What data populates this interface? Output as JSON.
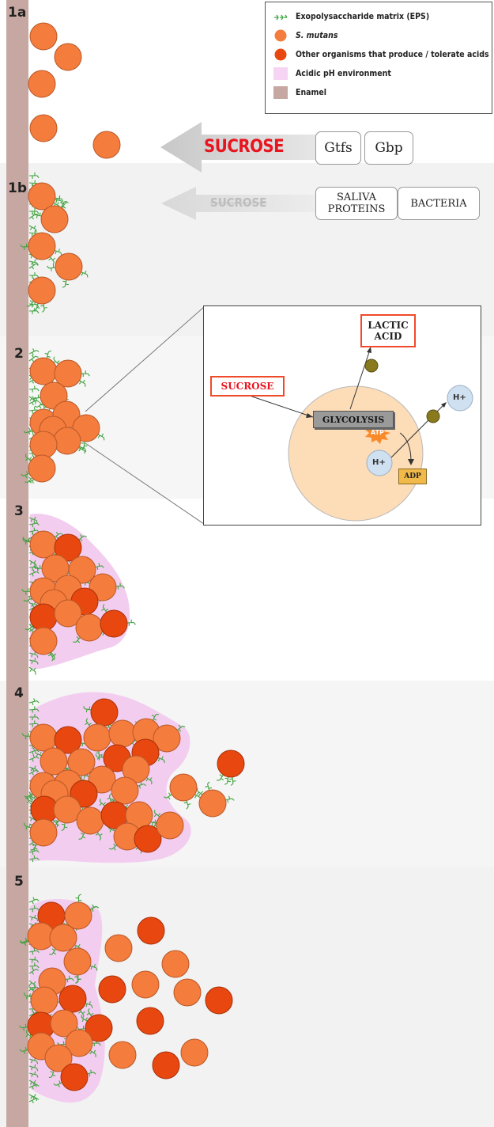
{
  "stages": [
    "1a",
    "1b",
    "2",
    "3",
    "4",
    "5"
  ],
  "legend": {
    "eps": "Exopolysaccharide matrix (EPS)",
    "s_mutans": "S. mutans",
    "acid_organisms": "Other organisms that produce / tolerate acids",
    "acidic_ph": "Acidic pH environment",
    "enamel": "Enamel"
  },
  "arrows": {
    "sucrose_strong": "SUCROSE",
    "sucrose_faded": "SUCROSE"
  },
  "boxes": {
    "gtfs": "Gtfs",
    "gbp": "Gbp",
    "saliva_proteins_1": "SALIVA",
    "saliva_proteins_2": "PROTEINS",
    "bacteria": "BACTERIA"
  },
  "inset": {
    "sucrose": "SUCROSE",
    "lactic_1": "LACTIC",
    "lactic_2": "ACID",
    "glycolysis": "GLYCOLYSIS",
    "atp": "ATP",
    "adp": "ADP",
    "h_plus_inside": "H+",
    "h_plus_outside": "H+"
  },
  "colors": {
    "s_mutans": "#f47c3c",
    "acid_organism": "#e8480f",
    "acidic_ph": "#f3cdef",
    "enamel": "#c6a7a1",
    "eps": "#3fa33f",
    "sucrose_red": "#e8141e"
  }
}
